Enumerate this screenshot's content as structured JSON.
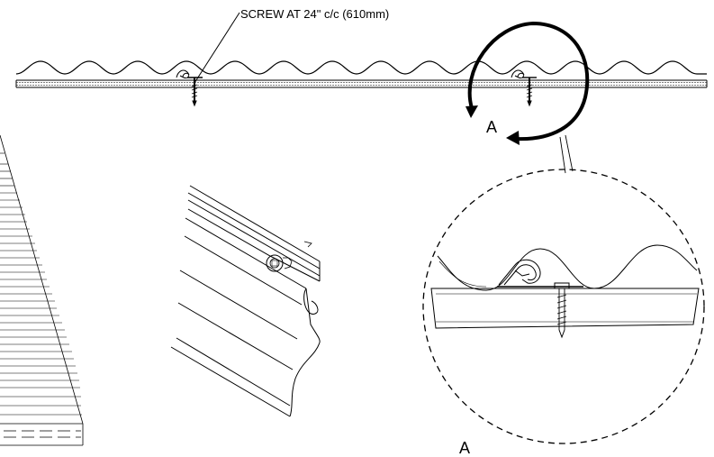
{
  "callout": {
    "text": "SCREW AT 24\" c/c (610mm)"
  },
  "detail": {
    "marker_label": "A",
    "detail_label": "A"
  },
  "colors": {
    "line": "#000000",
    "background": "#ffffff"
  }
}
